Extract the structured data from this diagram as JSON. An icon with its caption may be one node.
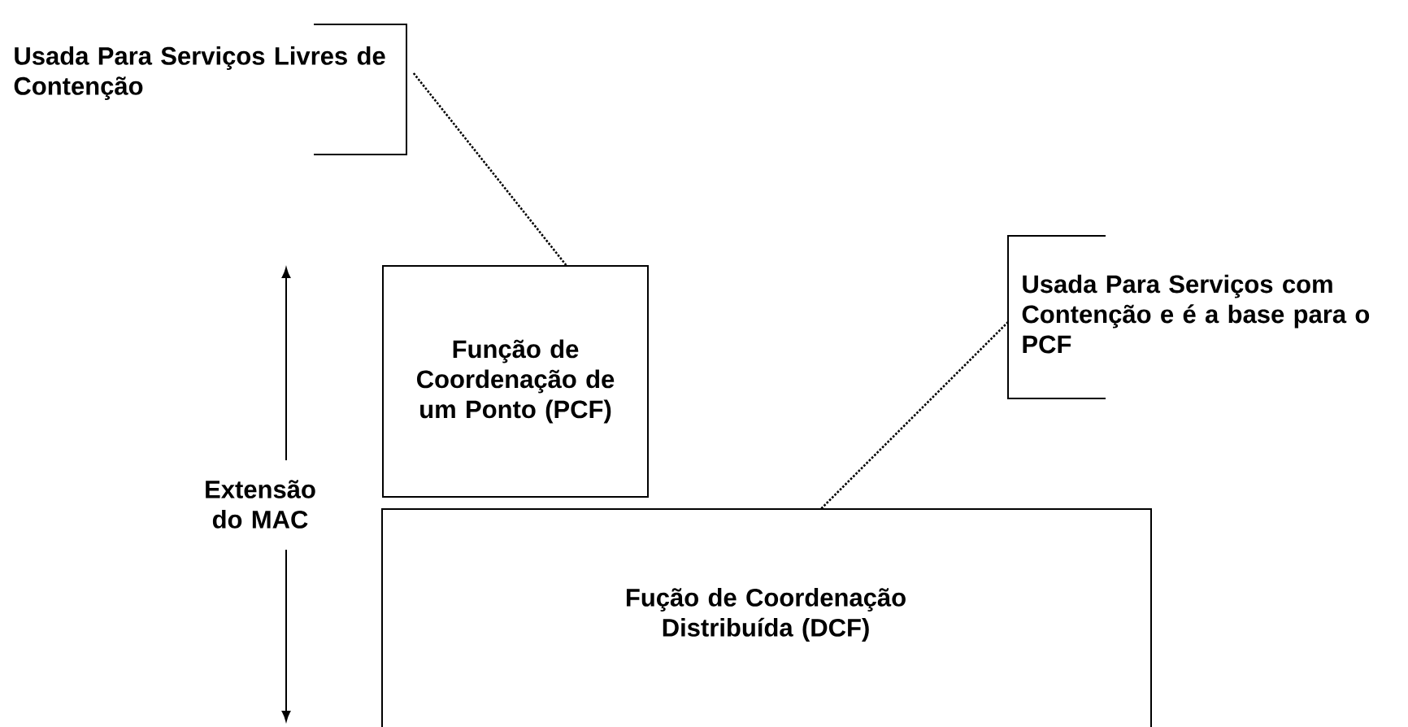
{
  "diagram": {
    "nodes": [
      {
        "text": [
          "Usada Para Serviços Livres de Contenção"
        ]
      },
      {
        "text": [
          "Função de Coordenação de um Ponto (PCF)"
        ]
      },
      {
        "text": [
          "Usada Para Serviços com Contenção e é a base para o PCF"
        ]
      },
      {
        "text": [
          "Fução de Coordenação Distribuída (DCF)"
        ]
      }
    ],
    "edges": [
      {
        "from": 0,
        "to": 1,
        "arrow": "none",
        "style": "dashed"
      },
      {
        "from": 2,
        "to": 3,
        "arrow": "none",
        "style": "dashed"
      }
    ],
    "labels": [
      "Extensão do MAC"
    ]
  }
}
